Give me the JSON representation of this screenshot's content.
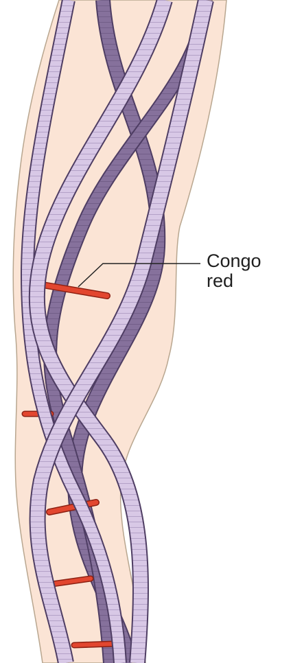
{
  "label": {
    "line1": "Congo",
    "line2": "red"
  },
  "colors": {
    "fibril_background": "#fbe4d5",
    "fibril_outline": "#b8a68f",
    "strand_light": "#d8c8e6",
    "strand_dark": "#7f6a96",
    "strand_edge": "#4e3d63",
    "dye": "#e2462f",
    "dye_edge": "#8c2012",
    "leader_line": "#222222"
  },
  "icons": {
    "dye_marker": "congo-red-dye-molecule"
  }
}
